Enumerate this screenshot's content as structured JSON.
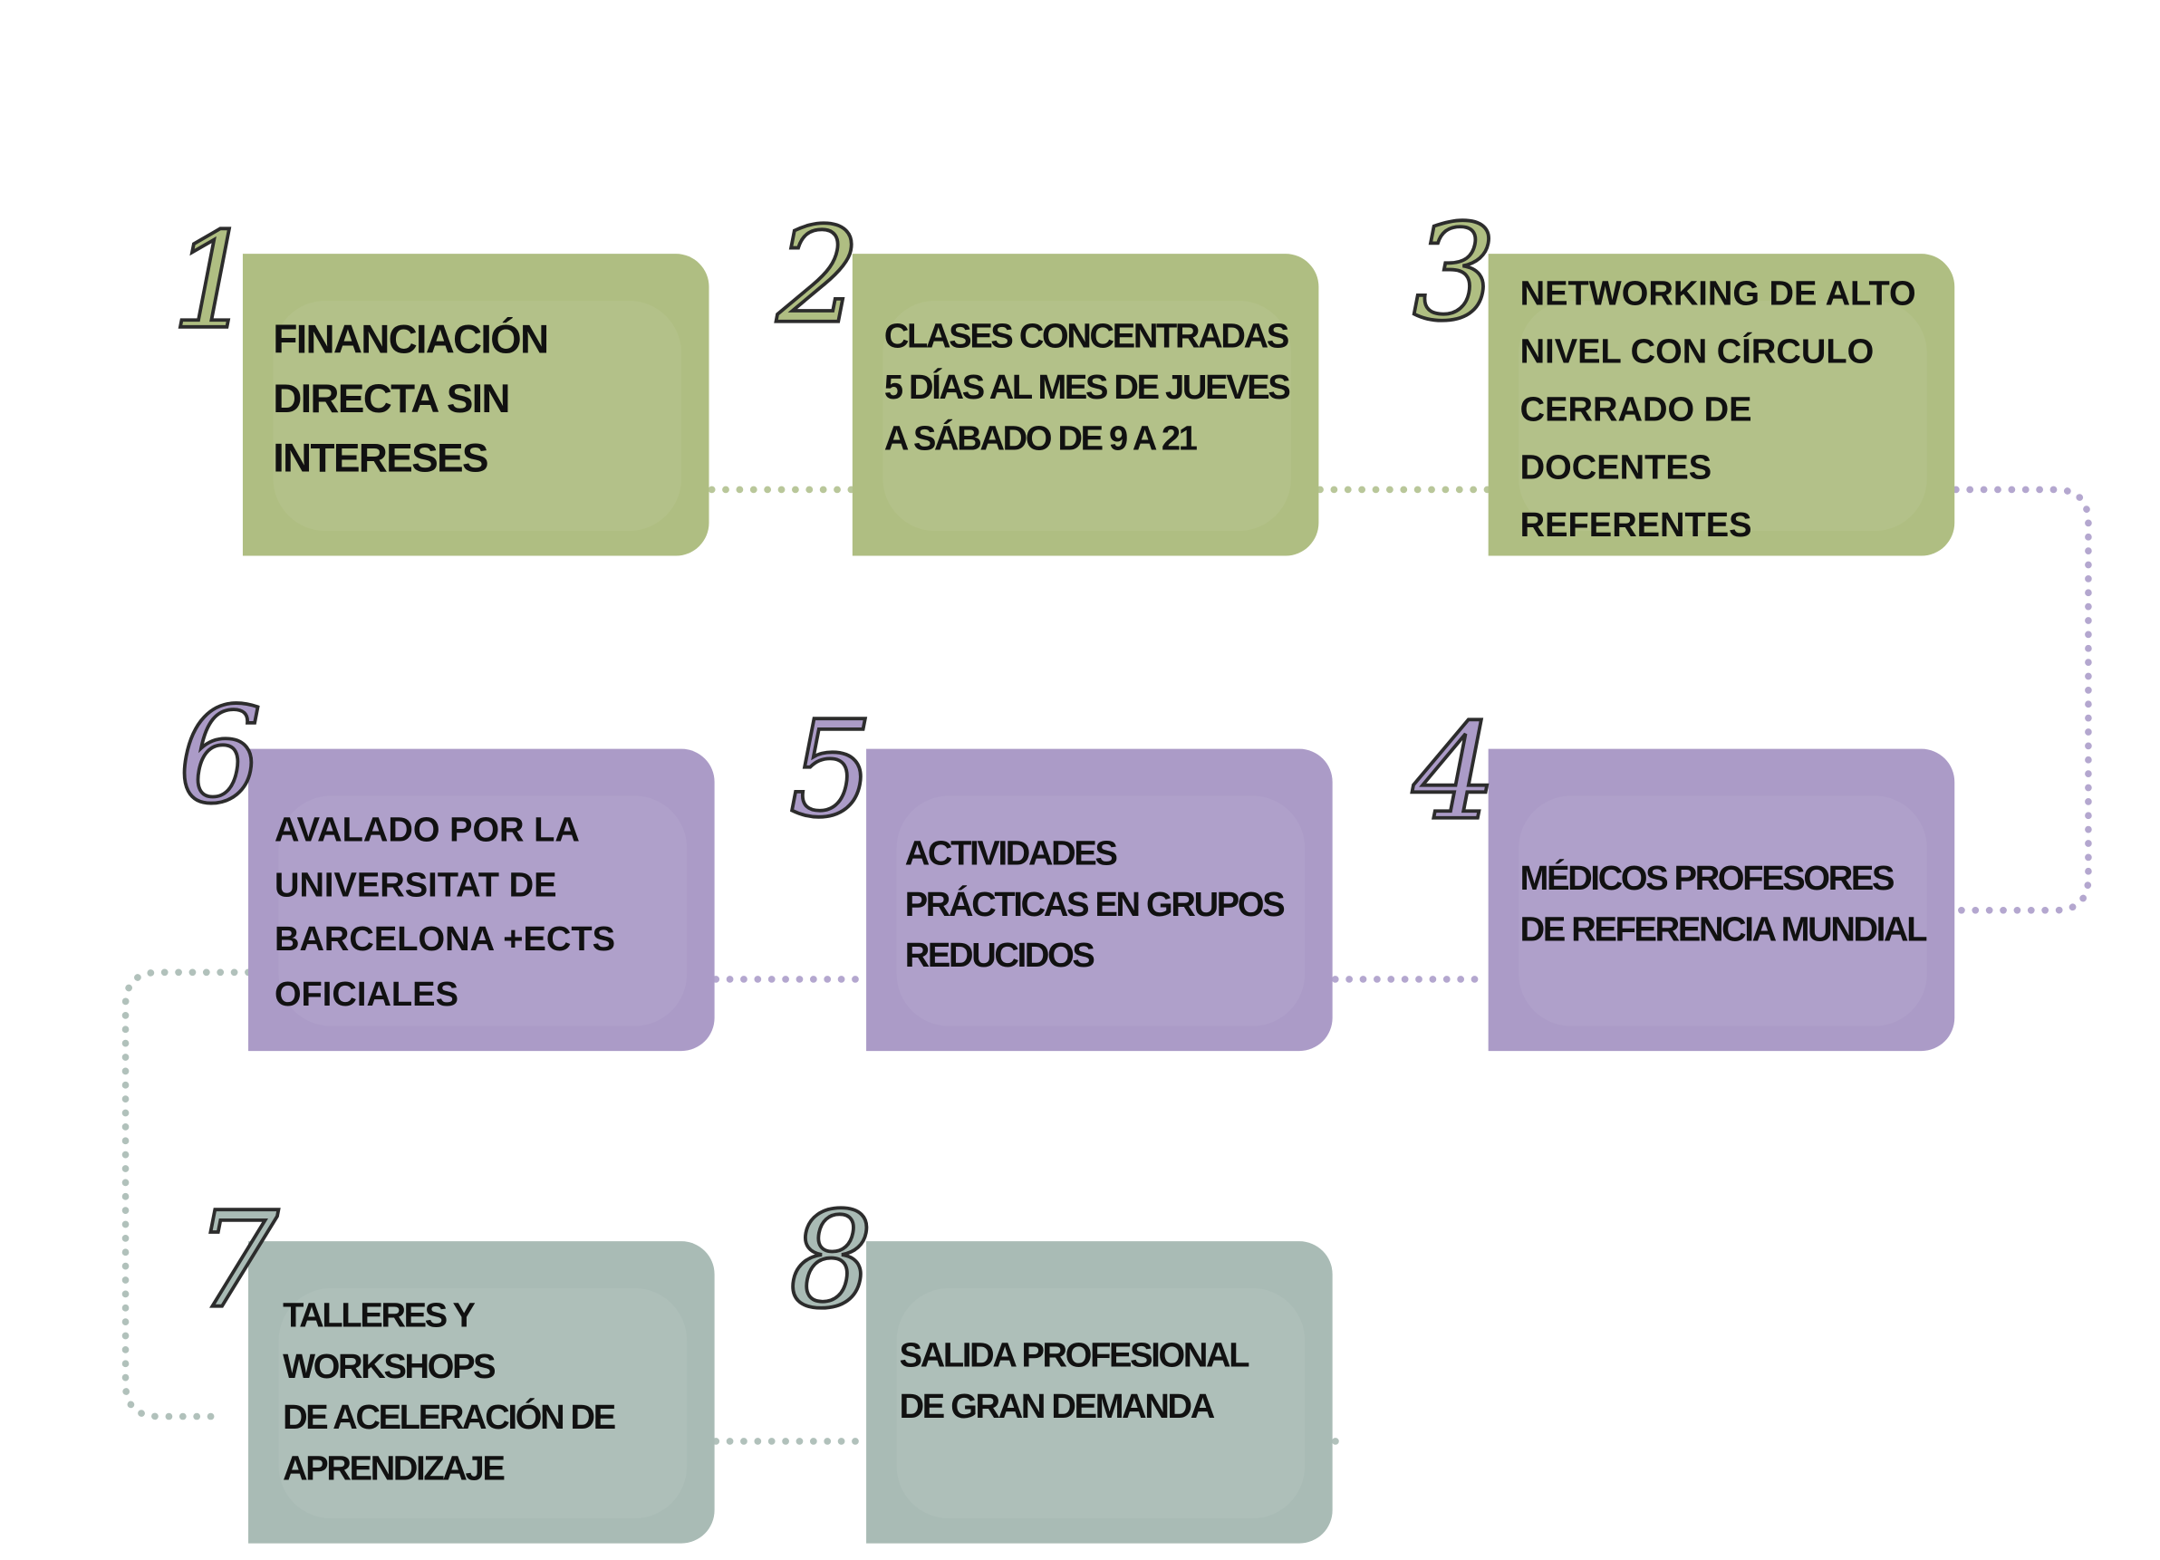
{
  "colors": {
    "green": "#afbe82",
    "purple": "#ab9bc7",
    "gray_green": "#a9bbb5",
    "green_dots": "#b9c79a",
    "purple_dots": "#b4a7cf",
    "gray_dots": "#b1c1bb",
    "text": "#111111",
    "number_outline": "#2c2c2c"
  },
  "steps": [
    {
      "number": "1",
      "text": "FINANCIACIÓN\nDIRECTA SIN\nINTERESES",
      "color": "green"
    },
    {
      "number": "2",
      "text": "CLASES CONCENTRADAS\n5 DÍAS AL MES DE JUEVES\nA SÁBADO DE 9 A 21",
      "color": "green"
    },
    {
      "number": "3",
      "text": "NETWORKING DE ALTO\nNIVEL CON CÍRCULO\nCERRADO DE\nDOCENTES\nREFERENTES",
      "color": "green"
    },
    {
      "number": "4",
      "text": "MÉDICOS PROFESORES\nDE REFERENCIA MUNDIAL",
      "color": "purple"
    },
    {
      "number": "5",
      "text": "ACTIVIDADES\nPRÁCTICAS EN GRUPOS\nREDUCIDOS",
      "color": "purple"
    },
    {
      "number": "6",
      "text": "AVALADO POR LA\nUNIVERSITAT DE\nBARCELONA +ECTS\nOFICIALES",
      "color": "purple"
    },
    {
      "number": "7",
      "text": "TALLERES Y\nWORKSHOPS\n DE ACELERACIÓN DE\nAPRENDIZAJE",
      "color": "gray_green"
    },
    {
      "number": "8",
      "text": "SALIDA PROFESIONAL\nDE GRAN DEMANDA",
      "color": "gray_green"
    }
  ]
}
